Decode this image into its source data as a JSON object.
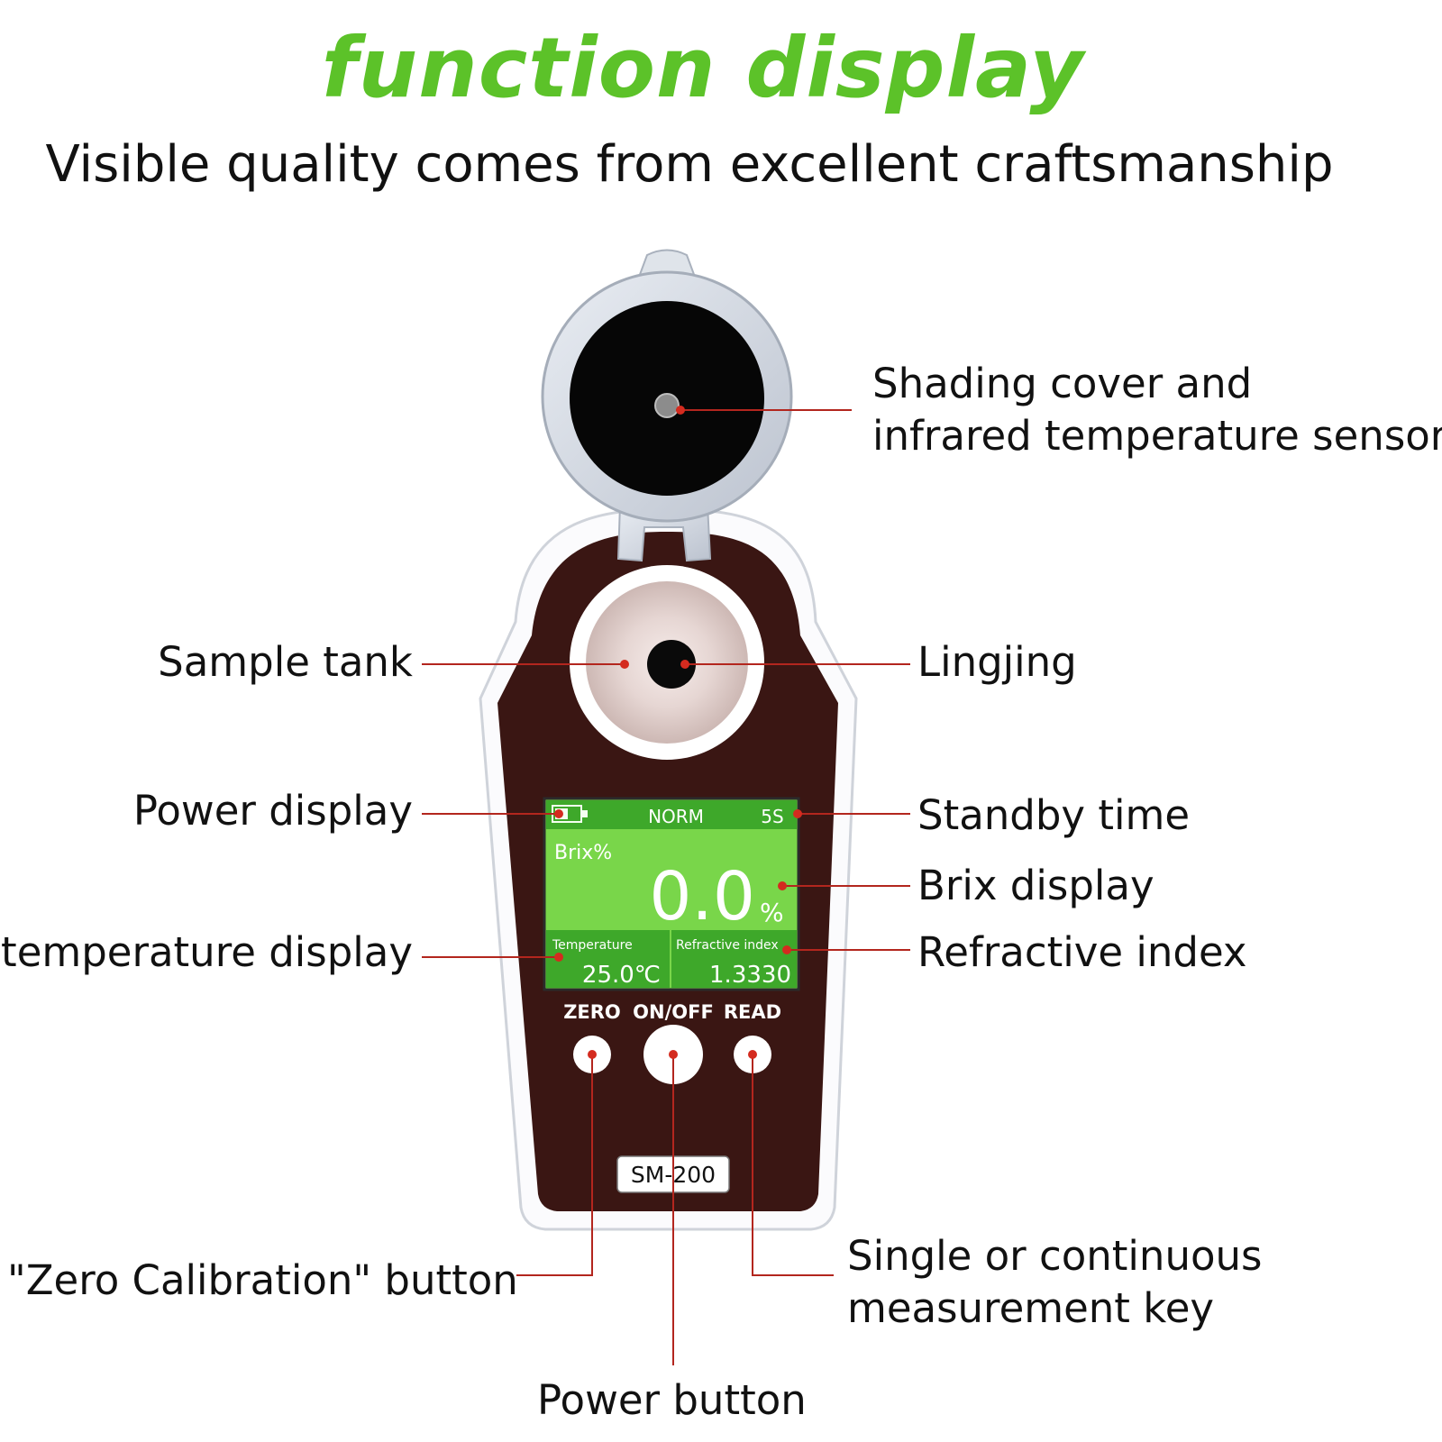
{
  "header": {
    "title": "function display",
    "subtitle": "Visible quality comes from excellent craftsmanship"
  },
  "callouts": {
    "shading_cover": [
      "Shading cover and",
      "infrared temperature sensor"
    ],
    "sample_tank": "Sample tank",
    "lingjing": "Lingjing",
    "power_display": "Power display",
    "standby_time": "Standby time",
    "brix_display": "Brix display",
    "temperature_display": "temperature display",
    "refractive_index": "Refractive index",
    "zero_button": "\"Zero Calibration\" button",
    "read_key": [
      "Single or continuous",
      "measurement key"
    ],
    "power_button": "Power button"
  },
  "screen": {
    "mode": "NORM",
    "standby": "5S",
    "unit_label": "Brix%",
    "brix_value": "0.0",
    "brix_unit": "%",
    "temp_label": "Temperature",
    "temp_value": "25.0℃",
    "ri_label": "Refractive index",
    "ri_value": "1.3330"
  },
  "buttons": {
    "zero": "ZERO",
    "onoff": "ON/OFF",
    "read": "READ"
  },
  "device": {
    "model": "SM-200"
  },
  "colors": {
    "title_green": "#5cc229",
    "body_brown": "#3a1613",
    "screen_green": "#79d64a",
    "leader_red": "#b3261e"
  }
}
